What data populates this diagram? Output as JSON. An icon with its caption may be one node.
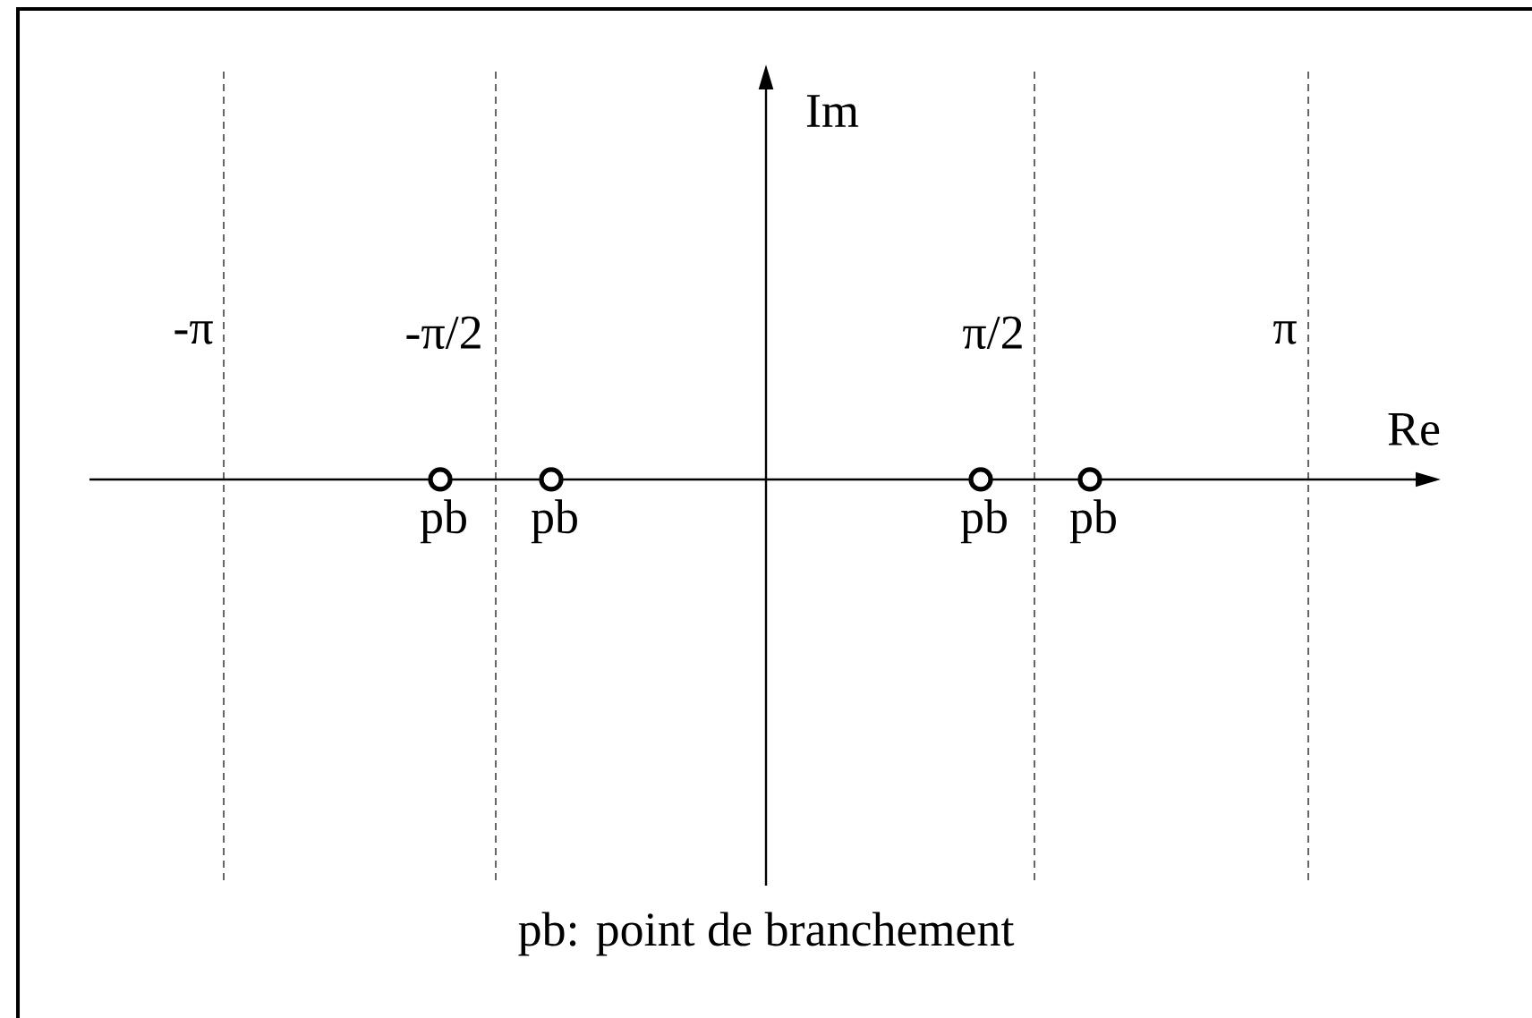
{
  "diagram": {
    "nodes": [
      {
        "text": [],
        "shape": "circle",
        "beside": [
          "pb"
        ]
      },
      {
        "text": [],
        "shape": "circle",
        "beside": [
          "pb"
        ]
      },
      {
        "text": [],
        "shape": "circle",
        "beside": [
          "pb"
        ]
      },
      {
        "text": [],
        "shape": "circle",
        "beside": [
          "pb"
        ]
      }
    ],
    "labels": [
      "Im",
      "-π",
      "-π/2",
      "π/2",
      "π",
      "Re",
      "pb: point de branchement"
    ]
  }
}
